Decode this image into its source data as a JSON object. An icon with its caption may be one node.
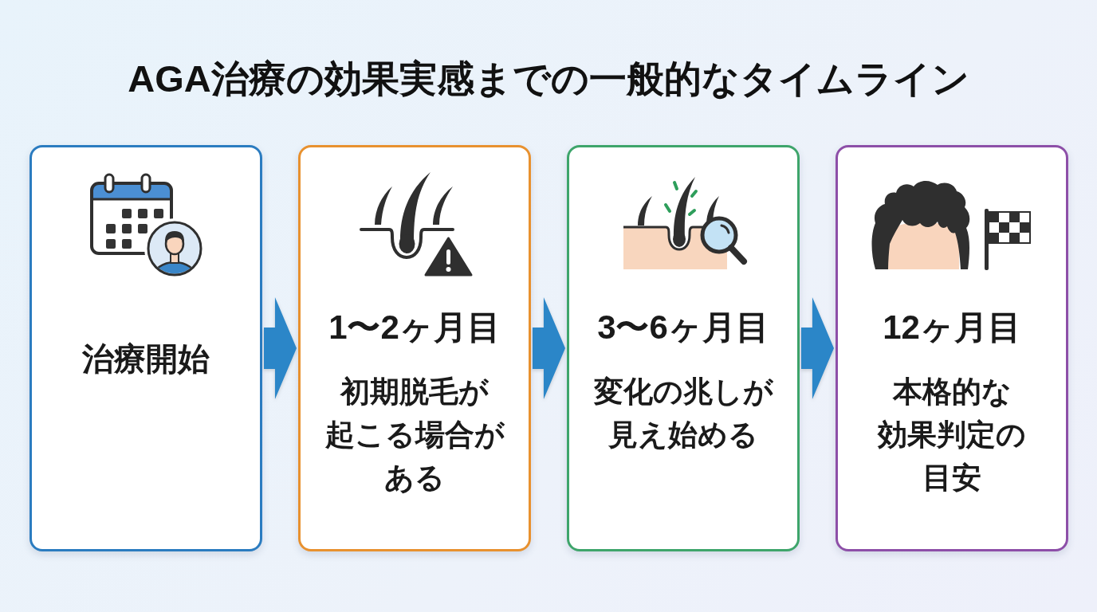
{
  "diagram": {
    "title": "AGA治療の効果実感までの一般的なタイムライン",
    "nodes": [
      {
        "text": [
          "治療開始"
        ]
      },
      {
        "text": [
          "1〜2ヶ月目",
          "初期脱毛が起こる場合がある"
        ]
      },
      {
        "text": [
          "3〜6ヶ月目",
          "変化の兆しが見え始める"
        ]
      },
      {
        "text": [
          "12ヶ月目",
          "本格的な効果判定の目安"
        ]
      }
    ],
    "edges": [
      {
        "from": 0,
        "to": 1,
        "arrow": "to"
      },
      {
        "from": 1,
        "to": 2,
        "arrow": "to"
      },
      {
        "from": 2,
        "to": 3,
        "arrow": "to"
      }
    ]
  }
}
